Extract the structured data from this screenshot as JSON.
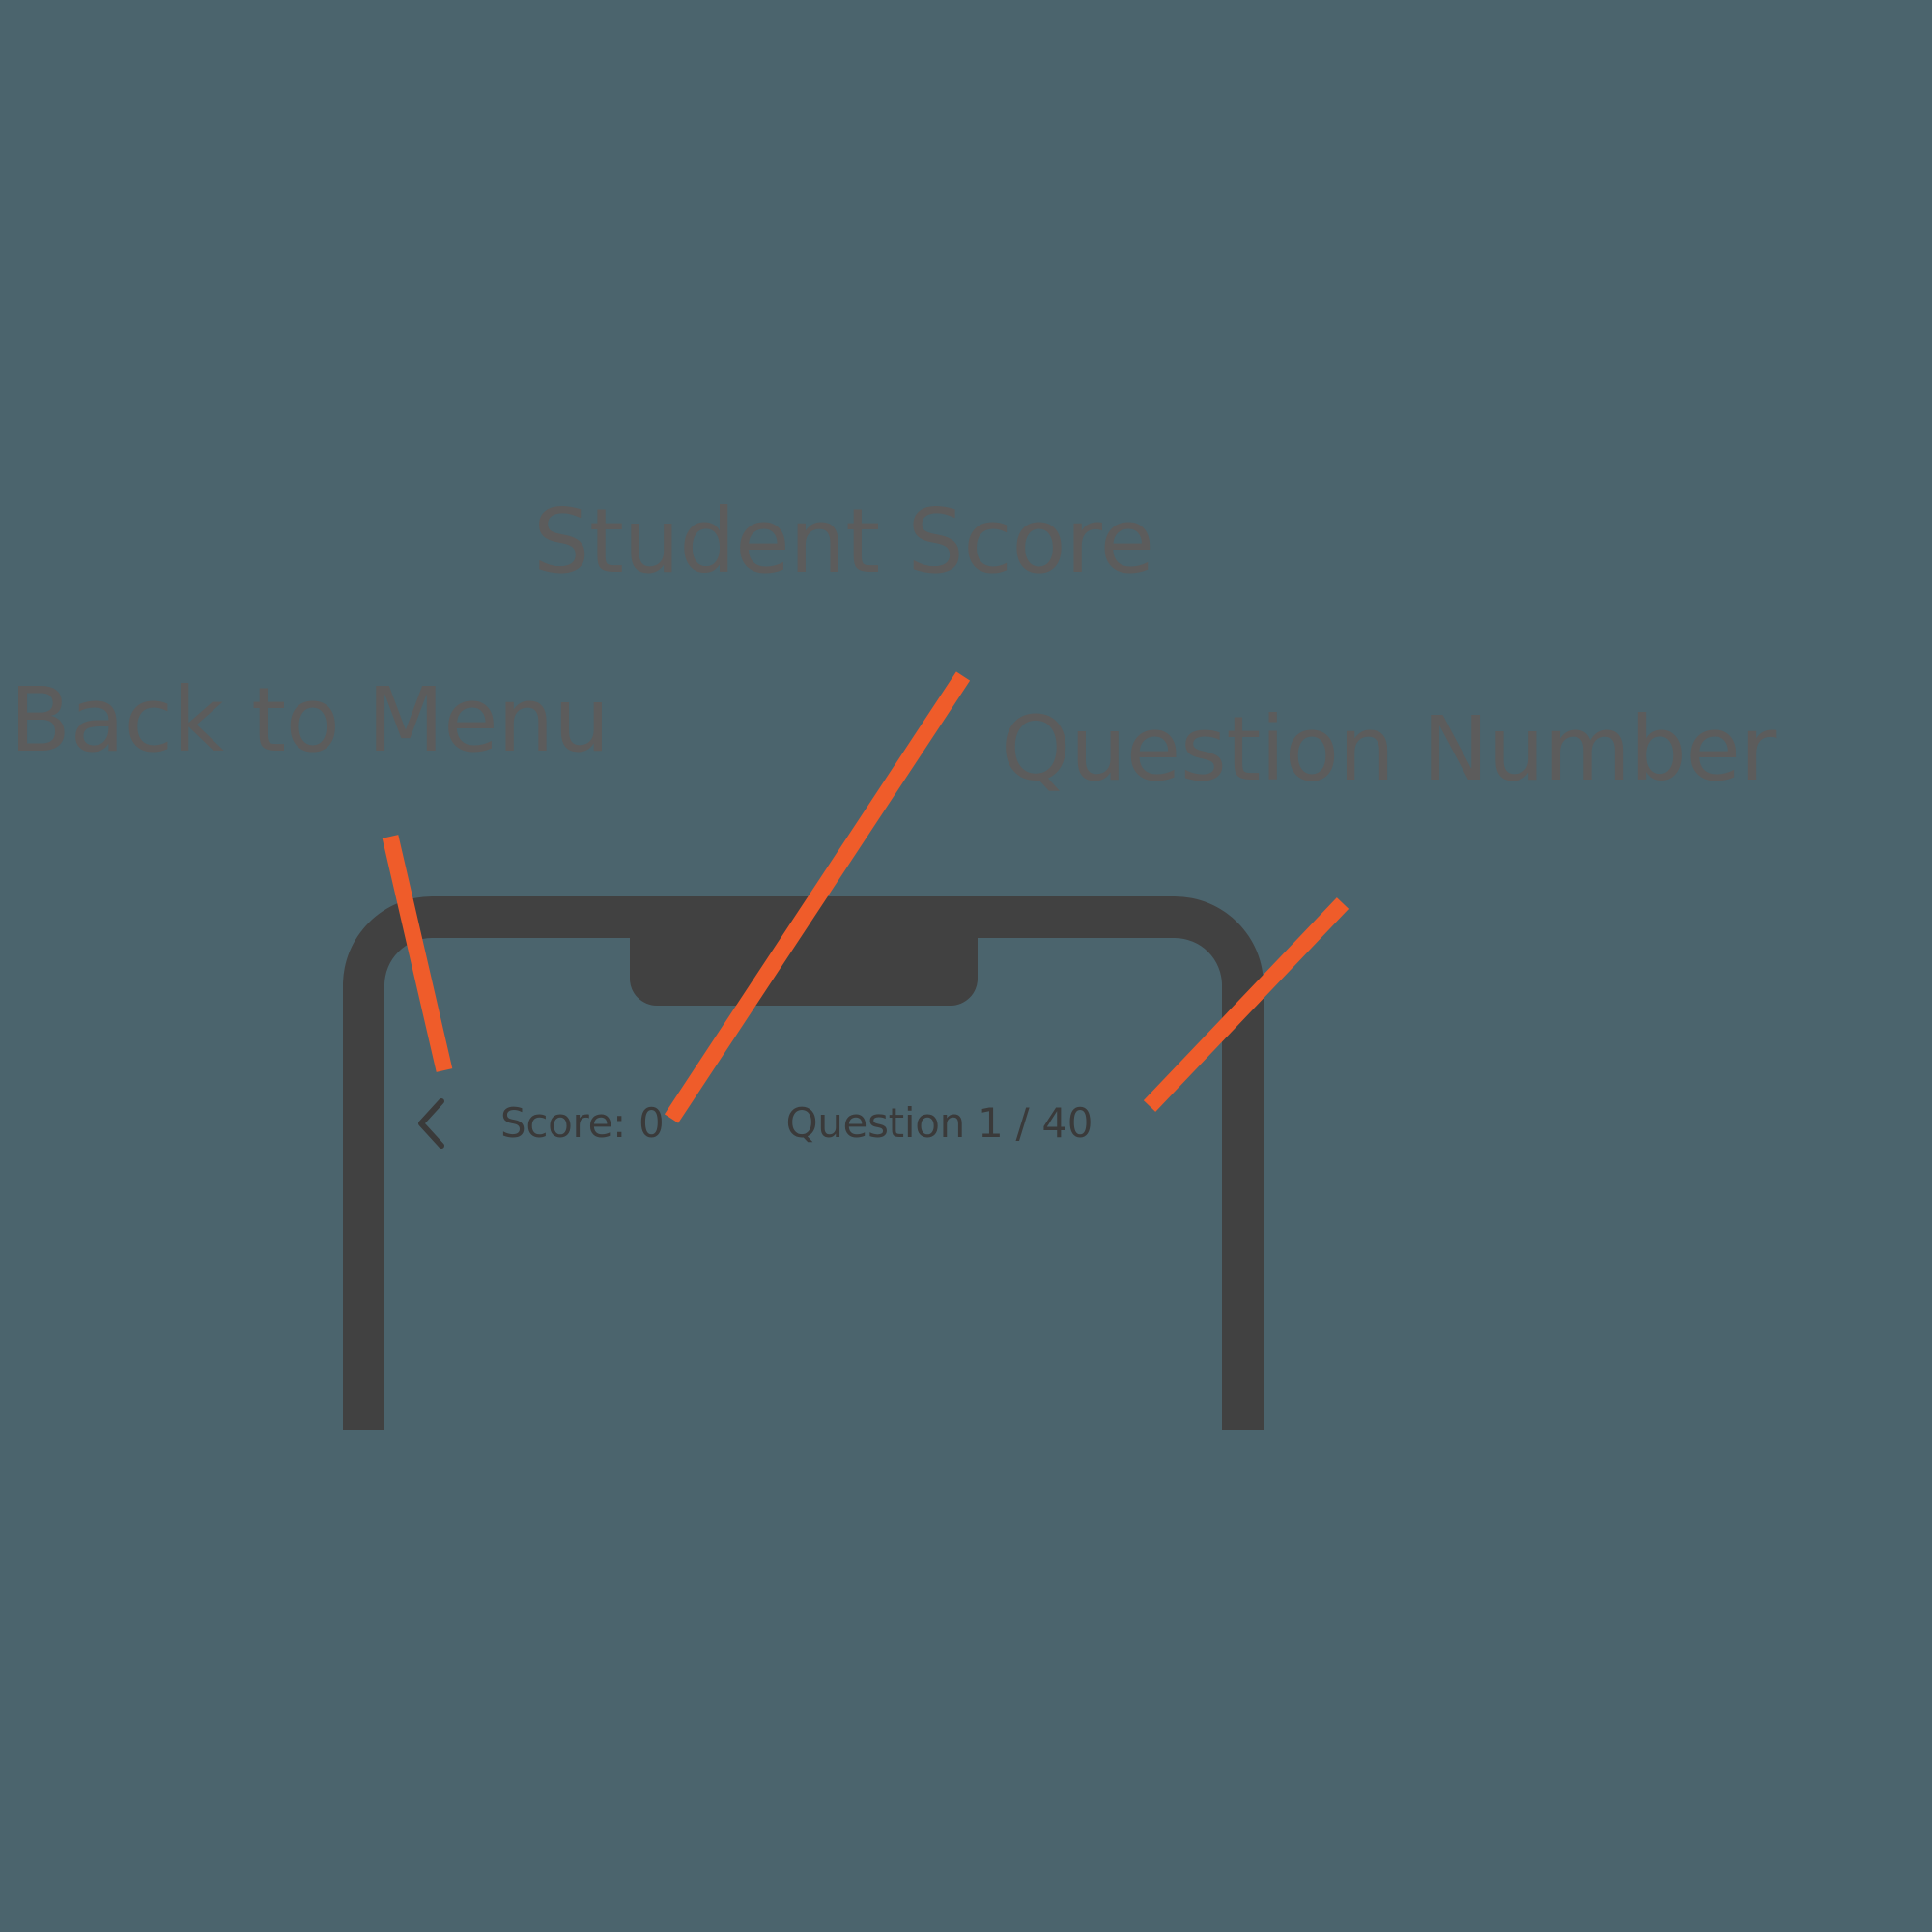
{
  "meta": {
    "background_color": "#4b646d",
    "frame_color": "#414141",
    "annotation_color": "#ef5c2a",
    "label_color": "#5c5c5c",
    "header_text_color": "#3a3a3a"
  },
  "annotations": [
    {
      "id": "student-score",
      "label": "Student Score"
    },
    {
      "id": "back-to-menu",
      "label": "Back to Menu"
    },
    {
      "id": "question-number",
      "label": "Question Number"
    }
  ],
  "phone": {
    "header": {
      "back_button": {
        "icon": "chevron-left-icon",
        "glyph": "‹"
      },
      "score": {
        "label": "Score: 0"
      },
      "question_counter": {
        "label": "Question 1 / 40"
      }
    }
  }
}
